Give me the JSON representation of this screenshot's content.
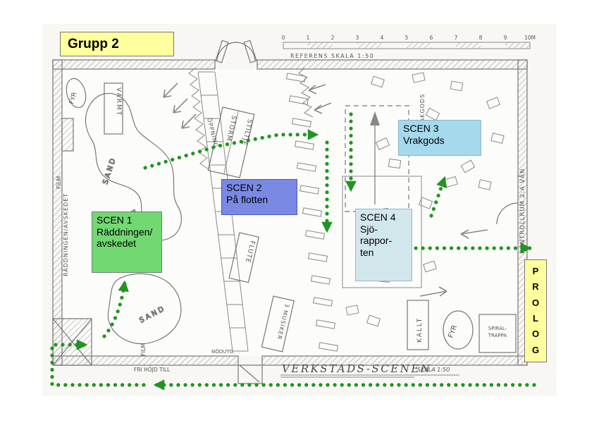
{
  "overlay": {
    "group_label": "Grupp 2",
    "colors": {
      "group_bg": "#ffff9e",
      "route_green": "#219421"
    },
    "prolog": {
      "label": "PROLOG",
      "letters": [
        "P",
        "R",
        "O",
        "L",
        "O",
        "G"
      ]
    },
    "scenes": [
      {
        "id": "scen1",
        "title": "SCEN 1",
        "lines": [
          "Räddningen/",
          "avskedet"
        ],
        "color": "#72d872"
      },
      {
        "id": "scen2",
        "title": "SCEN 2",
        "lines": [
          "På flotten"
        ],
        "color": "#7a89e4"
      },
      {
        "id": "scen3",
        "title": "SCEN 3",
        "lines": [
          "Vrakgods"
        ],
        "color": "#a5d9ec"
      },
      {
        "id": "scen4",
        "title": "SCEN 4",
        "lines": [
          "Sjö-",
          "rappor-",
          "ten"
        ],
        "color": "#d2e7ec"
      }
    ]
  },
  "sketch": {
    "ruler": {
      "numbers": [
        "0",
        "1",
        "2",
        "3",
        "4",
        "5",
        "6",
        "7",
        "8",
        "9"
      ],
      "end_label": "10M",
      "caption": "REFERENS SKALA 1:50"
    },
    "labels": {
      "fyr_top": "FYR",
      "varmt": "VARMT",
      "sand_a": "SAND",
      "sand_b": "SAND",
      "film_a": "FILM",
      "film_b": "FILM",
      "wall_left": "RÄDDNINGEN/AVSKEDET",
      "oppning": "ÖPPNING",
      "storm": "STORM",
      "stiltje": "STILTJE",
      "flotte": "FLUTE",
      "musiker": "3 MUSIKER",
      "vrakgods": "VRAKGODS",
      "kallt": "KALLT",
      "fyr_bottom": "FYR",
      "spiral_1": "SPIRAL-",
      "spiral_2": "TRAPPA",
      "kontrollrum": "KONTROLLRUM 2:A VÅN",
      "nodutg": "NÖDUTG.",
      "stage_title": "VERKSTADS-SCENEN",
      "stage_scale": "SKALA 1:50",
      "fri_hojd": "FRI HÖJD TILL"
    }
  }
}
